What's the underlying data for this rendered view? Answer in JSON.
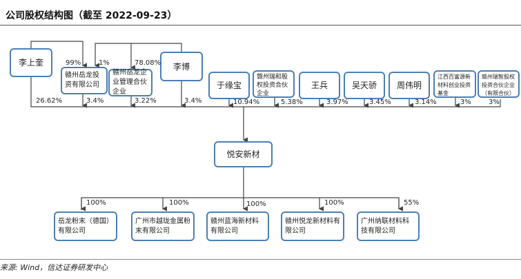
{
  "title": "公司股权结构图（截至 2022-09-23）",
  "shareholders": [
    {
      "name": "李上奎",
      "pct": "26.62%"
    },
    {
      "name": "赣州岳龙投资有限公司",
      "pct": "3.4%"
    },
    {
      "name": "赣州岳龙企业管理合伙企业",
      "pct": "3.22%"
    },
    {
      "name": "李博",
      "pct": "3.4%"
    },
    {
      "name": "于缘宝",
      "pct": "10.94%"
    },
    {
      "name": "赣州瑞和股权投资合伙企业",
      "pct": "5.38%"
    },
    {
      "name": "王兵",
      "pct": "3.97%"
    },
    {
      "name": "吴天骄",
      "pct": "3.45%"
    },
    {
      "name": "周伟明",
      "pct": "3.14%"
    },
    {
      "name": "江西百富源新材料创业投资基金",
      "pct": "3%"
    },
    {
      "name": "赣州瑞智股权投资合伙企业（有限合伙）",
      "pct": "3%"
    }
  ],
  "upper_links": {
    "li_to_yuelong_invest": "99%",
    "libo_to_yuelong_invest": "1%",
    "libo_to_yuelong_mgmt": "78.08%"
  },
  "company": "悦安新材",
  "subsidiaries": [
    {
      "name": "岳龙粉末（德国）有限公司",
      "pct": "100%"
    },
    {
      "name": "广州市越珑金属粉末有限公司",
      "pct": "100%"
    },
    {
      "name": "赣州蓝海新材料有限公司",
      "pct": "100%"
    },
    {
      "name": "赣州悦龙新材料有限公司",
      "pct": "100%"
    },
    {
      "name": "广州纳联材料科技有限公司",
      "pct": "55%"
    }
  ],
  "source": "来源: Wind，信达证券研发中心"
}
